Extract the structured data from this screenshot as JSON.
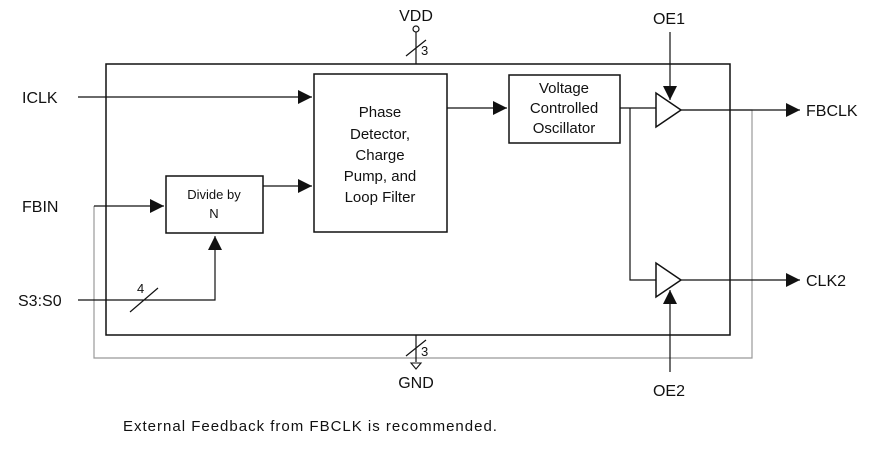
{
  "pins": {
    "vdd": "VDD",
    "gnd": "GND",
    "iclk": "ICLK",
    "fbin": "FBIN",
    "sel": "S3:S0",
    "oe1": "OE1",
    "oe2": "OE2",
    "fbclk": "FBCLK",
    "clk2": "CLK2"
  },
  "bus_widths": {
    "vdd": "3",
    "gnd": "3",
    "sel": "4"
  },
  "blocks": {
    "pll": [
      "Phase",
      "Detector,",
      "Charge",
      "Pump, and",
      "Loop Filter"
    ],
    "vco": [
      "Voltage",
      "Controlled",
      "Oscillator"
    ],
    "divider": [
      "Divide by",
      "N"
    ]
  },
  "caption": "External Feedback from FBCLK is recommended.",
  "colors": {
    "line": "#111111",
    "feedback": "#999999"
  }
}
